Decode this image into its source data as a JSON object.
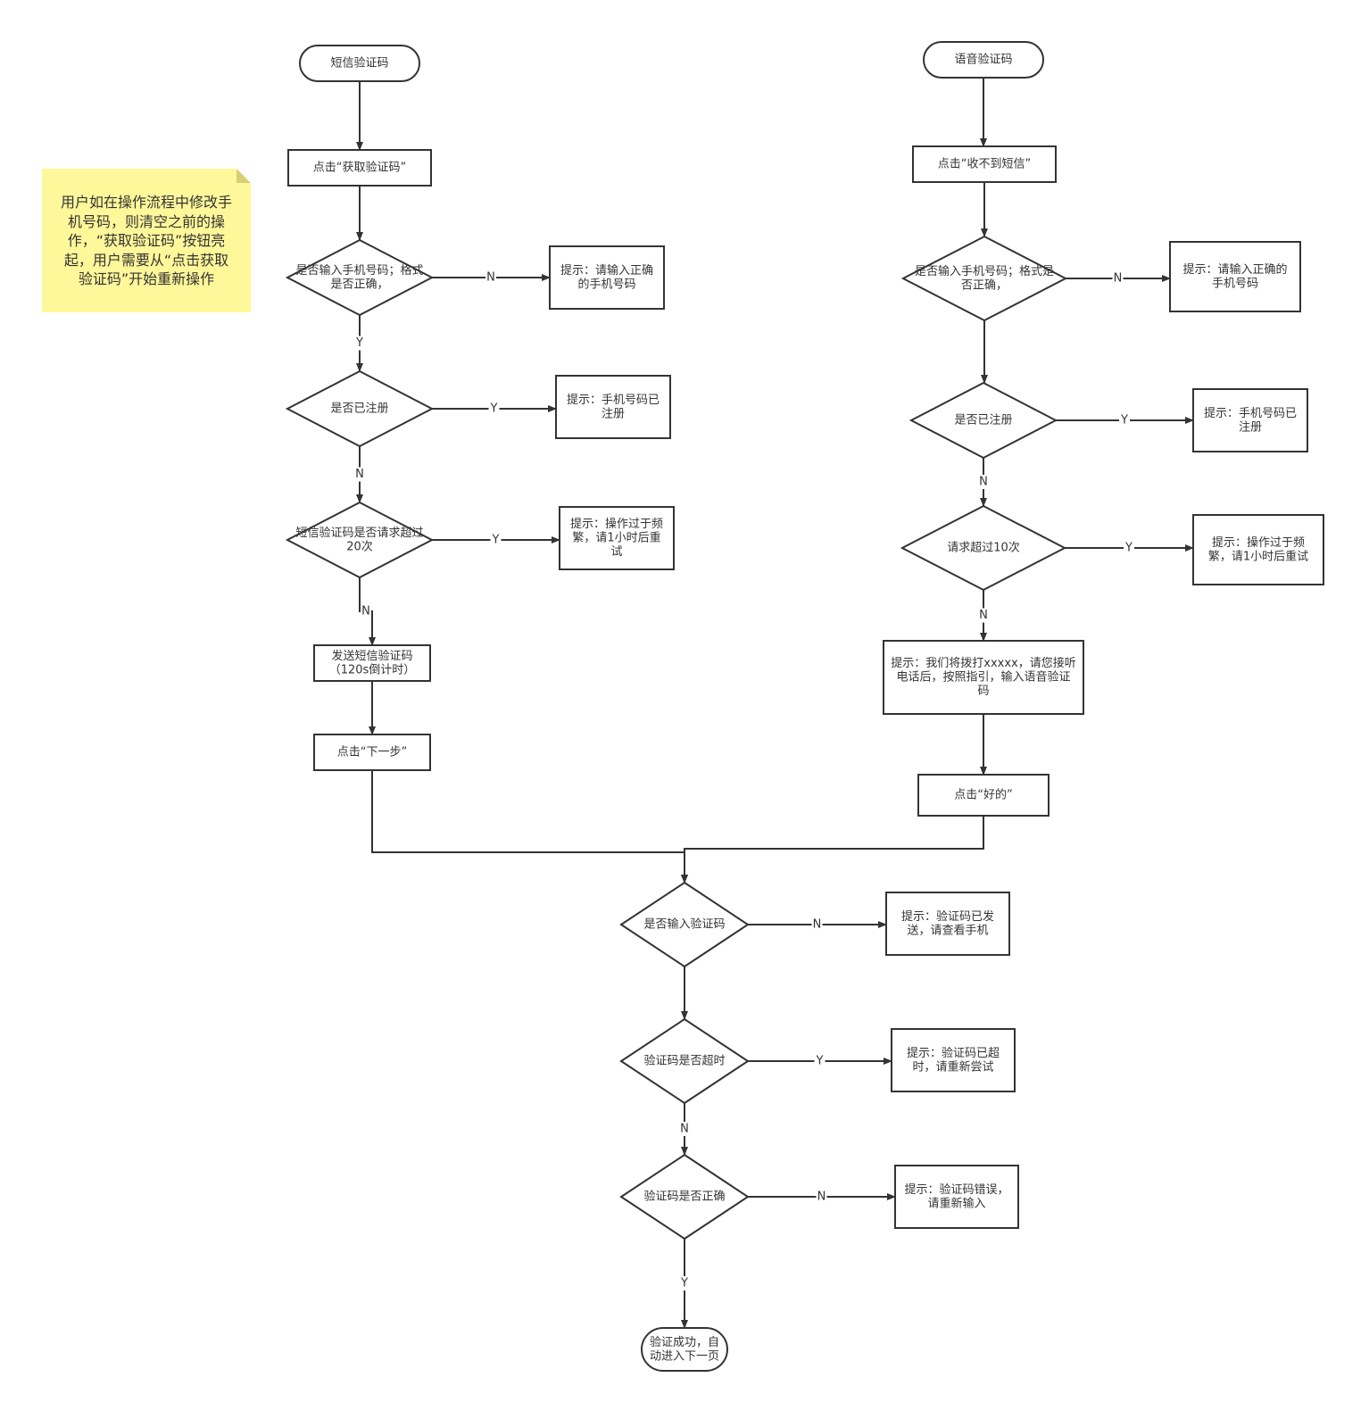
{
  "note": {
    "lines": [
      "用户如在操作流程中修改手",
      "机号码，则清空之前的操",
      "作，“获取验证码”按钮亮",
      "起，用户需要从“点击获取",
      "验证码”开始重新操作"
    ],
    "color": "#fff89a"
  },
  "nodes": [
    {
      "id": "sms_start",
      "lines": [
        "短信验证码"
      ]
    },
    {
      "id": "sms_click_get",
      "lines": [
        "点击“获取验证码”"
      ]
    },
    {
      "id": "sms_check_phone",
      "lines": [
        "是否输入手机号码；格式",
        "是否正确，"
      ]
    },
    {
      "id": "sms_tip_phone",
      "lines": [
        "提示：请输入正确",
        "的手机号码"
      ]
    },
    {
      "id": "sms_check_registered",
      "lines": [
        "是否已注册"
      ]
    },
    {
      "id": "sms_tip_registered",
      "lines": [
        "提示：手机号码已",
        "注册"
      ]
    },
    {
      "id": "sms_check_limit",
      "lines": [
        "短信验证码是否请求超过",
        "20次"
      ]
    },
    {
      "id": "sms_tip_limit",
      "lines": [
        "提示：操作过于频",
        "繁，请1小时后重",
        "试"
      ]
    },
    {
      "id": "sms_send",
      "lines": [
        "发送短信验证码",
        "（120s倒计时）"
      ]
    },
    {
      "id": "sms_next",
      "lines": [
        "点击“下一步”"
      ]
    },
    {
      "id": "voice_start",
      "lines": [
        "语音验证码"
      ]
    },
    {
      "id": "voice_click_no_sms",
      "lines": [
        "点击“收不到短信”"
      ]
    },
    {
      "id": "voice_check_phone",
      "lines": [
        "是否输入手机号码；格式是",
        "否正确，"
      ]
    },
    {
      "id": "voice_tip_phone",
      "lines": [
        "提示：请输入正确的",
        "手机号码"
      ]
    },
    {
      "id": "voice_check_registered",
      "lines": [
        "是否已注册"
      ]
    },
    {
      "id": "voice_tip_registered",
      "lines": [
        "提示：手机号码已",
        "注册"
      ]
    },
    {
      "id": "voice_check_limit",
      "lines": [
        "请求超过10次"
      ]
    },
    {
      "id": "voice_tip_limit",
      "lines": [
        "提示：操作过于频",
        "繁，请1小时后重试"
      ]
    },
    {
      "id": "voice_tip_call",
      "lines": [
        "提示：我们将拨打xxxxx，请您接听",
        "电话后，按照指引，输入语音验证",
        "码"
      ]
    },
    {
      "id": "voice_ok",
      "lines": [
        "点击“好的”"
      ]
    },
    {
      "id": "check_code_input",
      "lines": [
        "是否输入验证码"
      ]
    },
    {
      "id": "tip_code_sent",
      "lines": [
        "提示：验证码已发",
        "送，请查看手机"
      ]
    },
    {
      "id": "check_code_timeout",
      "lines": [
        "验证码是否超时"
      ]
    },
    {
      "id": "tip_code_timeout",
      "lines": [
        "提示：验证码已超",
        "时，请重新尝试"
      ]
    },
    {
      "id": "check_code_correct",
      "lines": [
        "验证码是否正确"
      ]
    },
    {
      "id": "tip_code_wrong",
      "lines": [
        "提示：验证码错误，",
        "请重新输入"
      ]
    },
    {
      "id": "success",
      "lines": [
        "验证成功，自",
        "动进入下一页"
      ]
    }
  ],
  "edges": [
    {
      "from": "sms_start",
      "to": "sms_click_get",
      "label": ""
    },
    {
      "from": "sms_click_get",
      "to": "sms_check_phone",
      "label": ""
    },
    {
      "from": "sms_check_phone",
      "to": "sms_tip_phone",
      "label": "N"
    },
    {
      "from": "sms_check_phone",
      "to": "sms_check_registered",
      "label": "Y"
    },
    {
      "from": "sms_check_registered",
      "to": "sms_tip_registered",
      "label": "Y"
    },
    {
      "from": "sms_check_registered",
      "to": "sms_check_limit",
      "label": "N"
    },
    {
      "from": "sms_check_limit",
      "to": "sms_tip_limit",
      "label": "Y"
    },
    {
      "from": "sms_check_limit",
      "to": "sms_send",
      "label": "N"
    },
    {
      "from": "sms_send",
      "to": "sms_next",
      "label": ""
    },
    {
      "from": "sms_next",
      "to": "check_code_input",
      "label": ""
    },
    {
      "from": "voice_start",
      "to": "voice_click_no_sms",
      "label": ""
    },
    {
      "from": "voice_click_no_sms",
      "to": "voice_check_phone",
      "label": ""
    },
    {
      "from": "voice_check_phone",
      "to": "voice_tip_phone",
      "label": "N"
    },
    {
      "from": "voice_check_phone",
      "to": "voice_check_registered",
      "label": ""
    },
    {
      "from": "voice_check_registered",
      "to": "voice_tip_registered",
      "label": "Y"
    },
    {
      "from": "voice_check_registered",
      "to": "voice_check_limit",
      "label": "N"
    },
    {
      "from": "voice_check_limit",
      "to": "voice_tip_limit",
      "label": "Y"
    },
    {
      "from": "voice_check_limit",
      "to": "voice_tip_call",
      "label": "N"
    },
    {
      "from": "voice_tip_call",
      "to": "voice_ok",
      "label": ""
    },
    {
      "from": "voice_ok",
      "to": "check_code_input",
      "label": ""
    },
    {
      "from": "check_code_input",
      "to": "tip_code_sent",
      "label": "N"
    },
    {
      "from": "check_code_input",
      "to": "check_code_timeout",
      "label": ""
    },
    {
      "from": "check_code_timeout",
      "to": "tip_code_timeout",
      "label": "Y"
    },
    {
      "from": "check_code_timeout",
      "to": "check_code_correct",
      "label": "N"
    },
    {
      "from": "check_code_correct",
      "to": "tip_code_wrong",
      "label": "N"
    },
    {
      "from": "check_code_correct",
      "to": "success",
      "label": "Y"
    }
  ]
}
